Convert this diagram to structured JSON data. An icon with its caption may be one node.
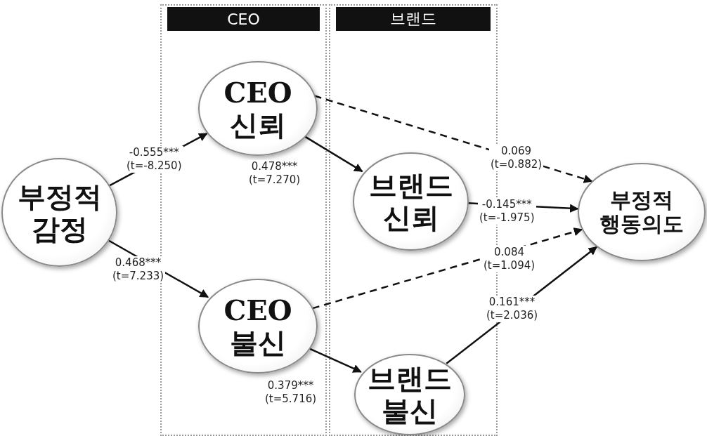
{
  "diagram": {
    "nodes": [
      {
        "text": [
          "CEO"
        ]
      },
      {
        "text": [
          "브랜드"
        ]
      },
      {
        "text": [
          "부정적 감정"
        ]
      },
      {
        "text": [
          "CEO 신뢰"
        ],
        "in": 0
      },
      {
        "text": [
          "CEO 불신"
        ],
        "in": 0
      },
      {
        "text": [
          "브랜드 신뢰"
        ],
        "in": 1
      },
      {
        "text": [
          "브랜드 불신"
        ],
        "in": 1
      },
      {
        "text": [
          "부정적 행동의도"
        ]
      }
    ],
    "edges": [
      {
        "from": 2,
        "to": 3,
        "arrow": "to",
        "label": "-0.555*** (t=-8.250)"
      },
      {
        "from": 2,
        "to": 4,
        "arrow": "to",
        "label": "0.468*** (t=7.233)"
      },
      {
        "from": 3,
        "to": 5,
        "arrow": "to",
        "label": "0.478*** (t=7.270)"
      },
      {
        "from": 3,
        "to": 7,
        "arrow": "to",
        "label": "0.069 (t=0.882)",
        "style": "dashed"
      },
      {
        "from": 5,
        "to": 7,
        "arrow": "to",
        "label": "-0.145*** (t=-1.975)"
      },
      {
        "from": 4,
        "to": 7,
        "arrow": "to",
        "label": "0.084 (t=1.094)",
        "style": "dashed"
      },
      {
        "from": 4,
        "to": 6,
        "arrow": "to",
        "label": "0.379*** (t=5.716)"
      },
      {
        "from": 6,
        "to": 7,
        "arrow": "to",
        "label": "0.161*** (t=2.036)"
      }
    ]
  }
}
